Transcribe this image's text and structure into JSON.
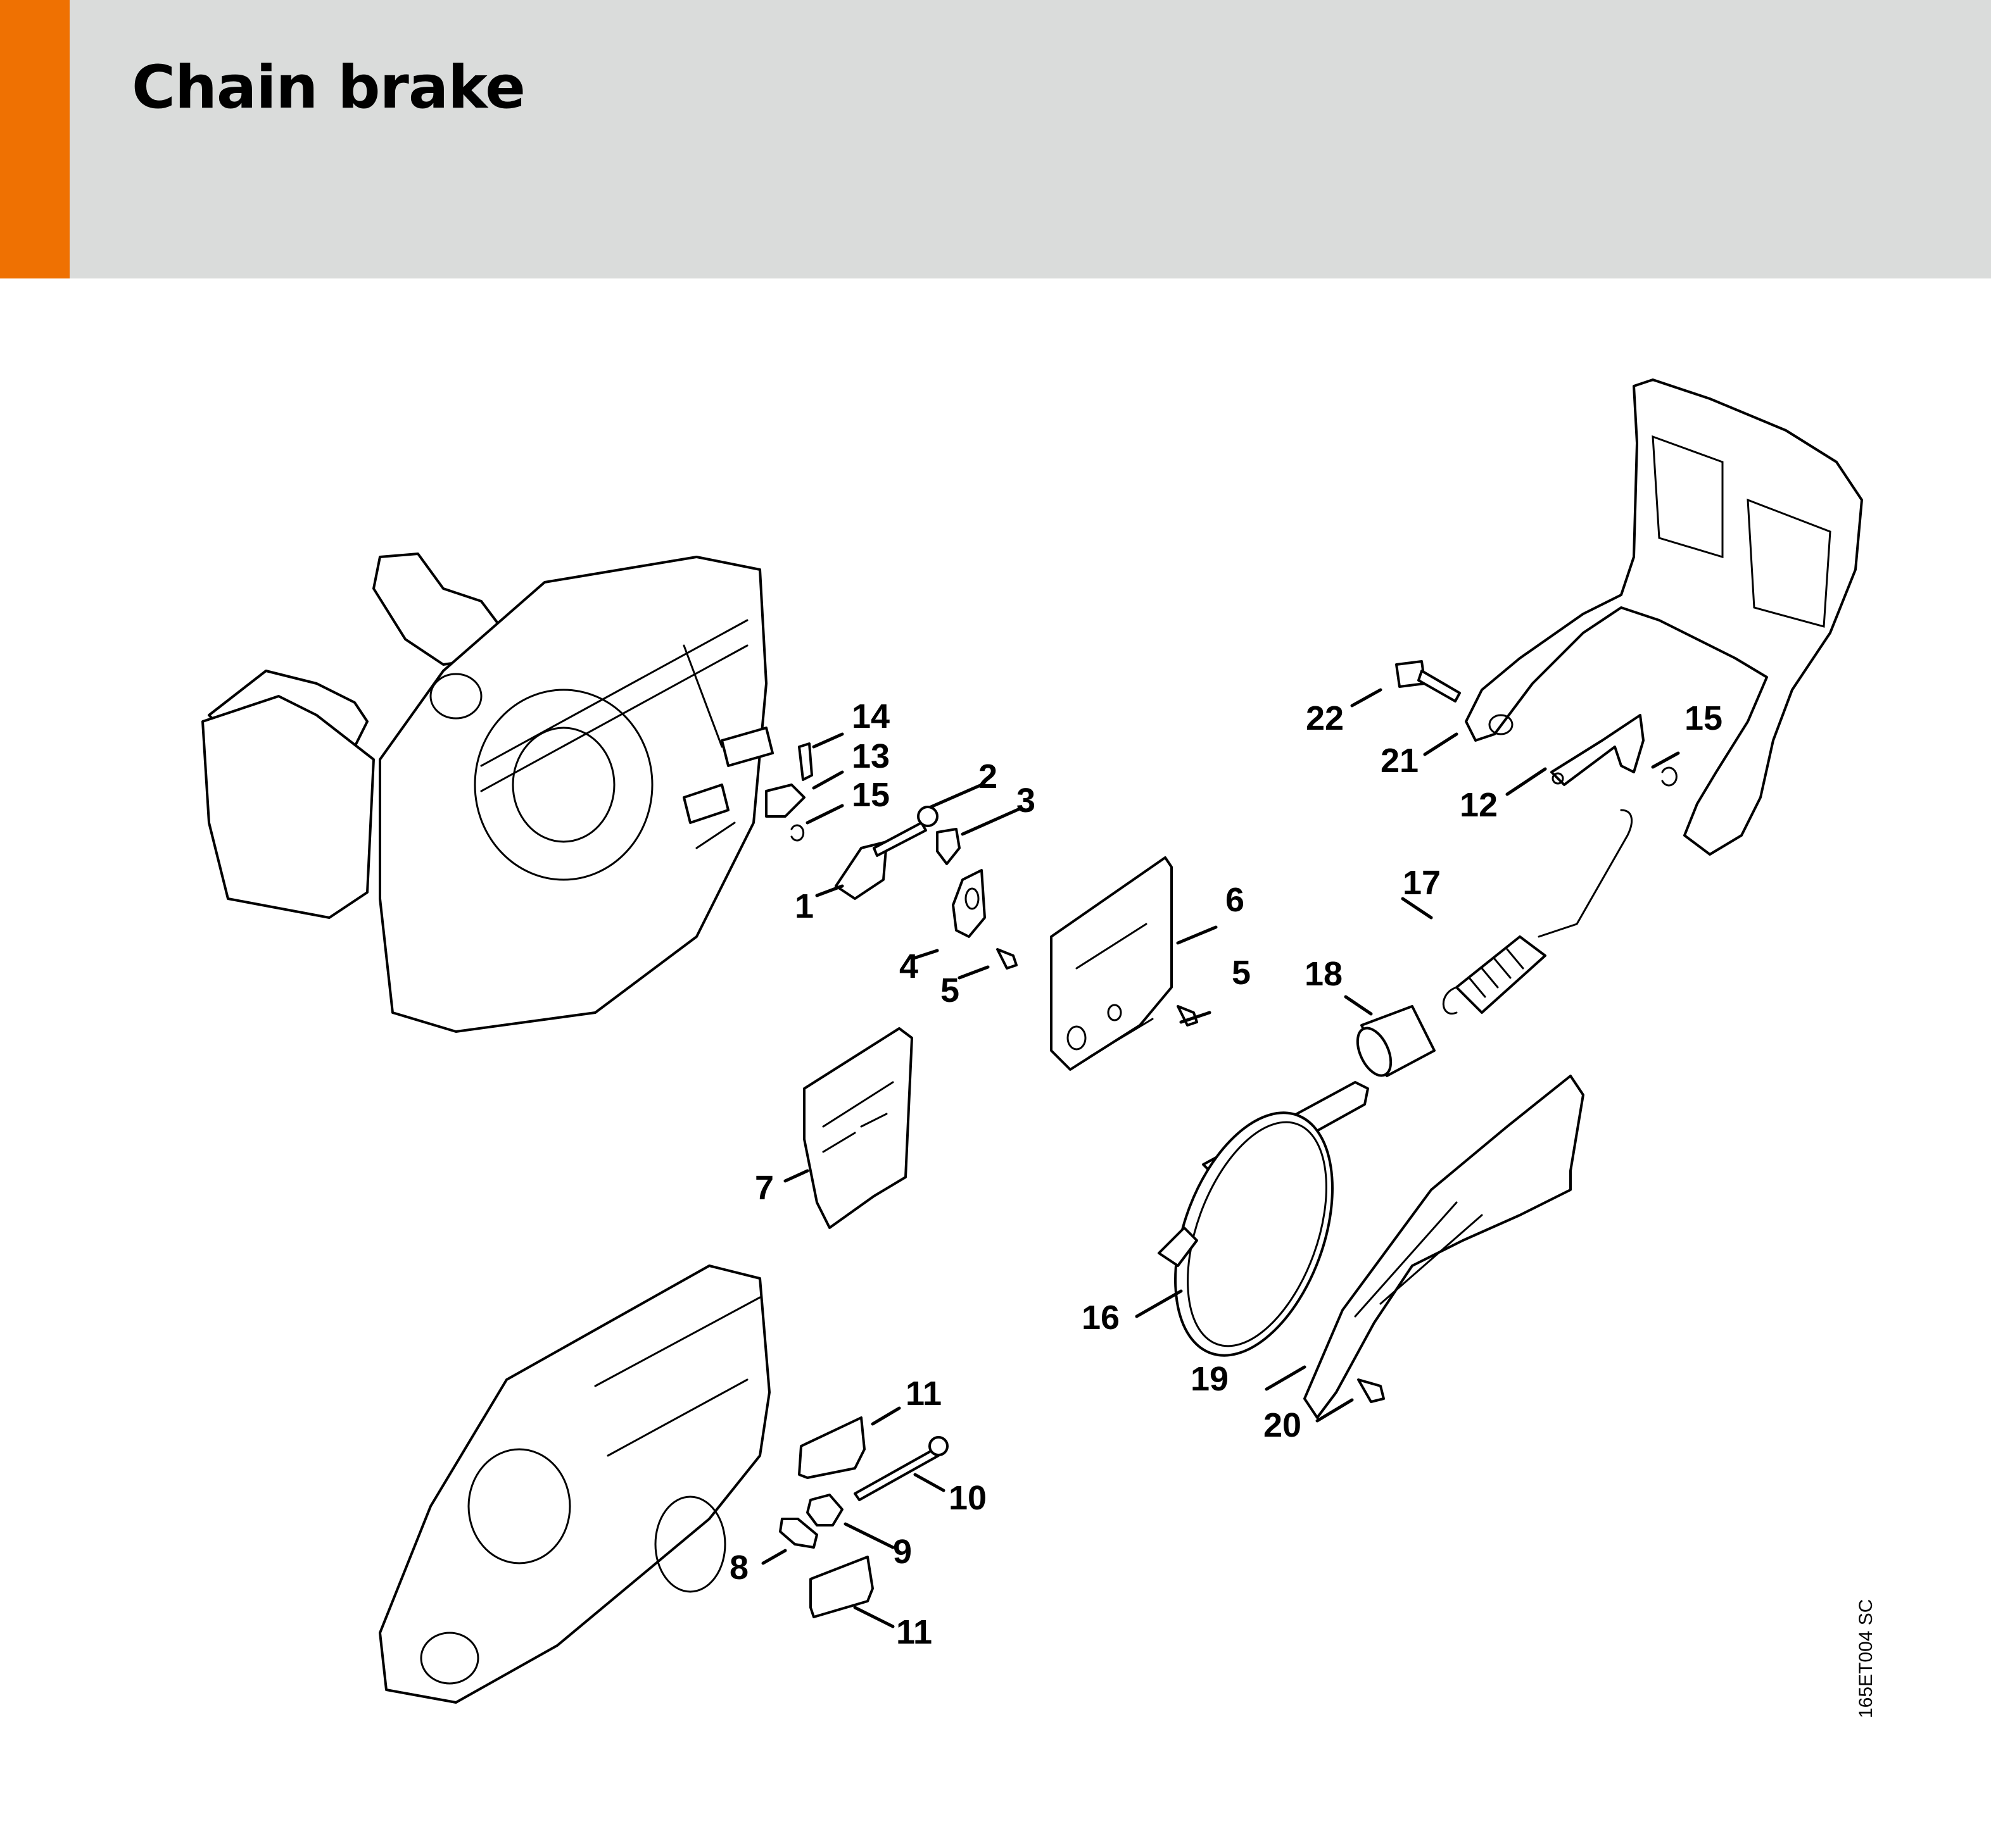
{
  "header": {
    "title": "Chain brake",
    "accent_color": "#ef7102",
    "background_color": "#dadcdb"
  },
  "diagram": {
    "drawing_code": "165ET004 SC",
    "callouts": [
      {
        "id": "c1",
        "label": "1"
      },
      {
        "id": "c2",
        "label": "2"
      },
      {
        "id": "c3",
        "label": "3"
      },
      {
        "id": "c4",
        "label": "4"
      },
      {
        "id": "c5a",
        "label": "5"
      },
      {
        "id": "c5b",
        "label": "5"
      },
      {
        "id": "c6",
        "label": "6"
      },
      {
        "id": "c7",
        "label": "7"
      },
      {
        "id": "c8",
        "label": "8"
      },
      {
        "id": "c9",
        "label": "9"
      },
      {
        "id": "c10",
        "label": "10"
      },
      {
        "id": "c11a",
        "label": "11"
      },
      {
        "id": "c11b",
        "label": "11"
      },
      {
        "id": "c12",
        "label": "12"
      },
      {
        "id": "c13",
        "label": "13"
      },
      {
        "id": "c14",
        "label": "14"
      },
      {
        "id": "c15a",
        "label": "15"
      },
      {
        "id": "c15b",
        "label": "15"
      },
      {
        "id": "c16",
        "label": "16"
      },
      {
        "id": "c17",
        "label": "17"
      },
      {
        "id": "c18",
        "label": "18"
      },
      {
        "id": "c19",
        "label": "19"
      },
      {
        "id": "c20",
        "label": "20"
      },
      {
        "id": "c21",
        "label": "21"
      },
      {
        "id": "c22",
        "label": "22"
      }
    ]
  }
}
